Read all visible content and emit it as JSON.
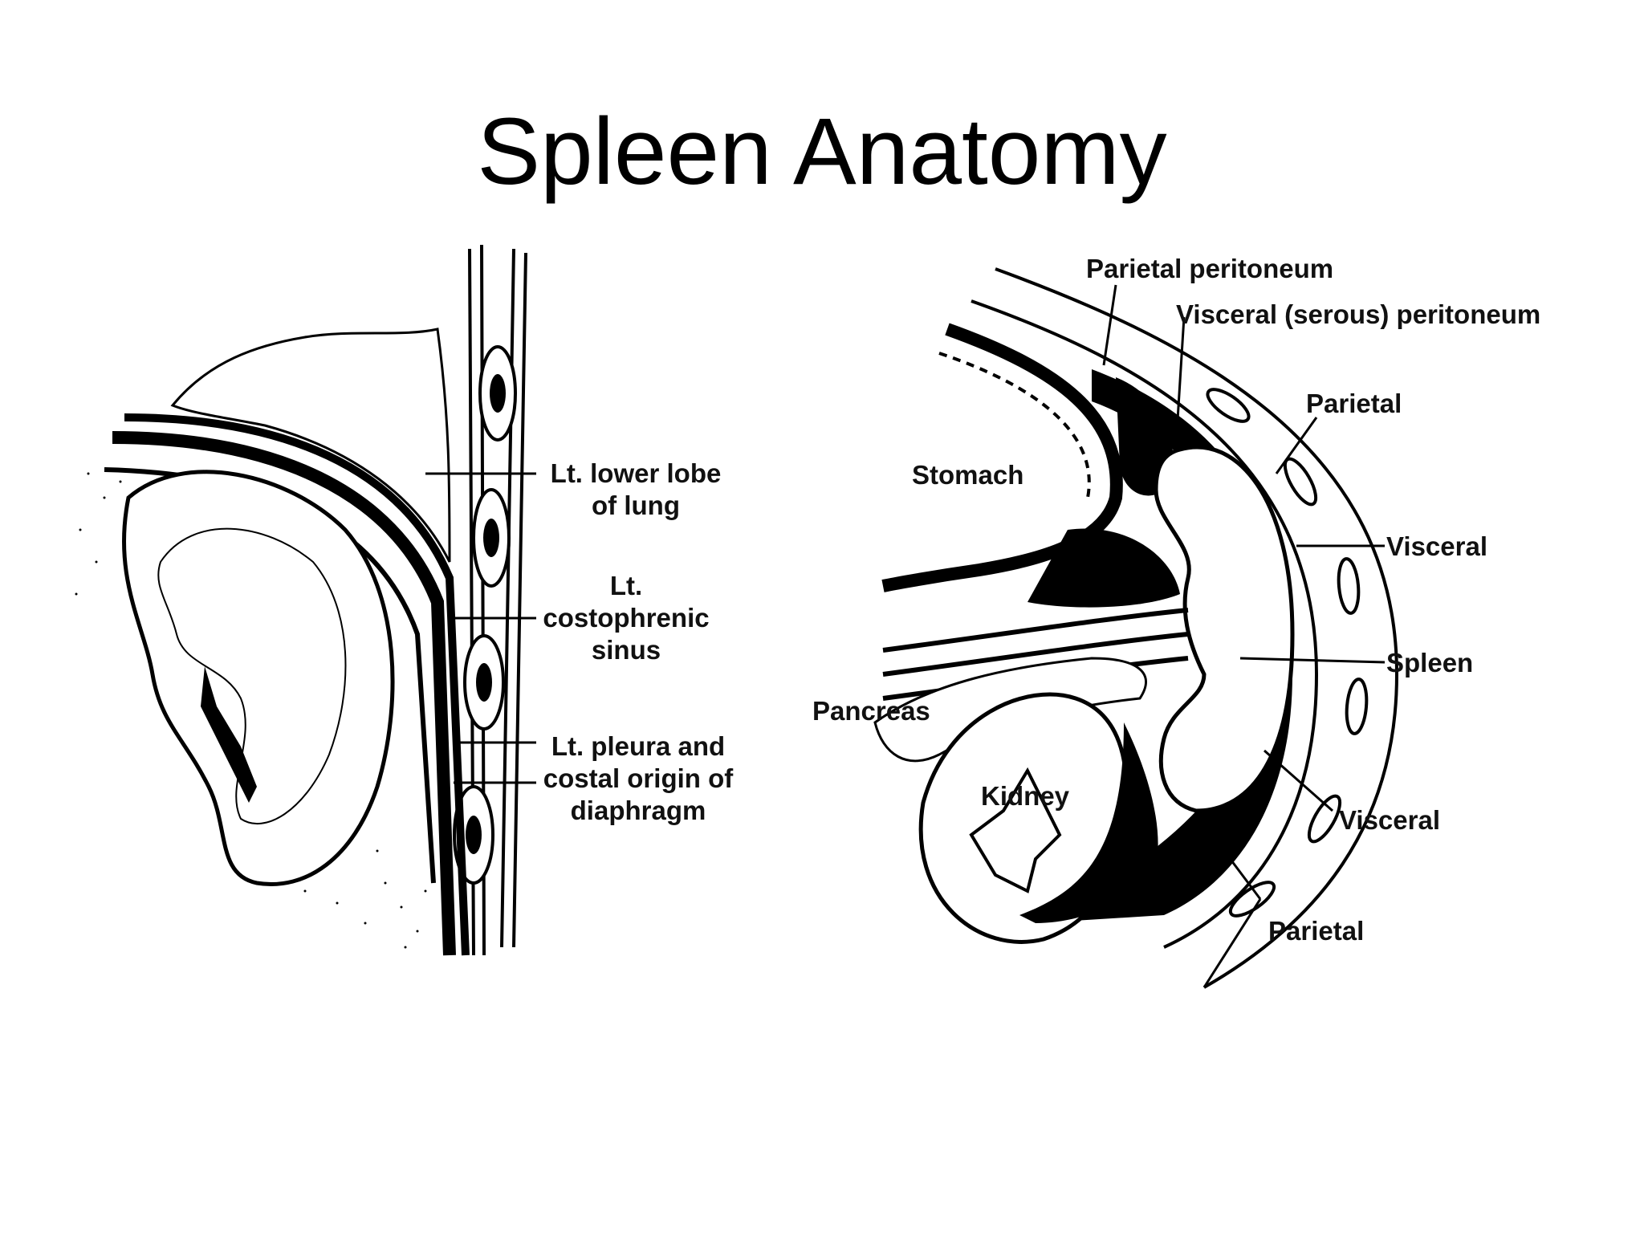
{
  "title": "Spleen Anatomy",
  "left_figure": {
    "labels": {
      "lower_lobe": "Lt. lower lobe\nof lung",
      "costophrenic": "Lt.\ncostophrenic\nsinus",
      "pleura": "Lt. pleura and\ncostal origin of\ndiaphragm"
    }
  },
  "right_figure": {
    "labels": {
      "parietal_peritoneum": "Parietal peritoneum",
      "visceral_peritoneum": "Visceral (serous) peritoneum",
      "parietal_top": "Parietal",
      "stomach": "Stomach",
      "visceral_upper": "Visceral",
      "spleen": "Spleen",
      "pancreas": "Pancreas",
      "kidney": "Kidney",
      "visceral_lower": "Visceral",
      "parietal_bottom": "Parietal"
    }
  }
}
